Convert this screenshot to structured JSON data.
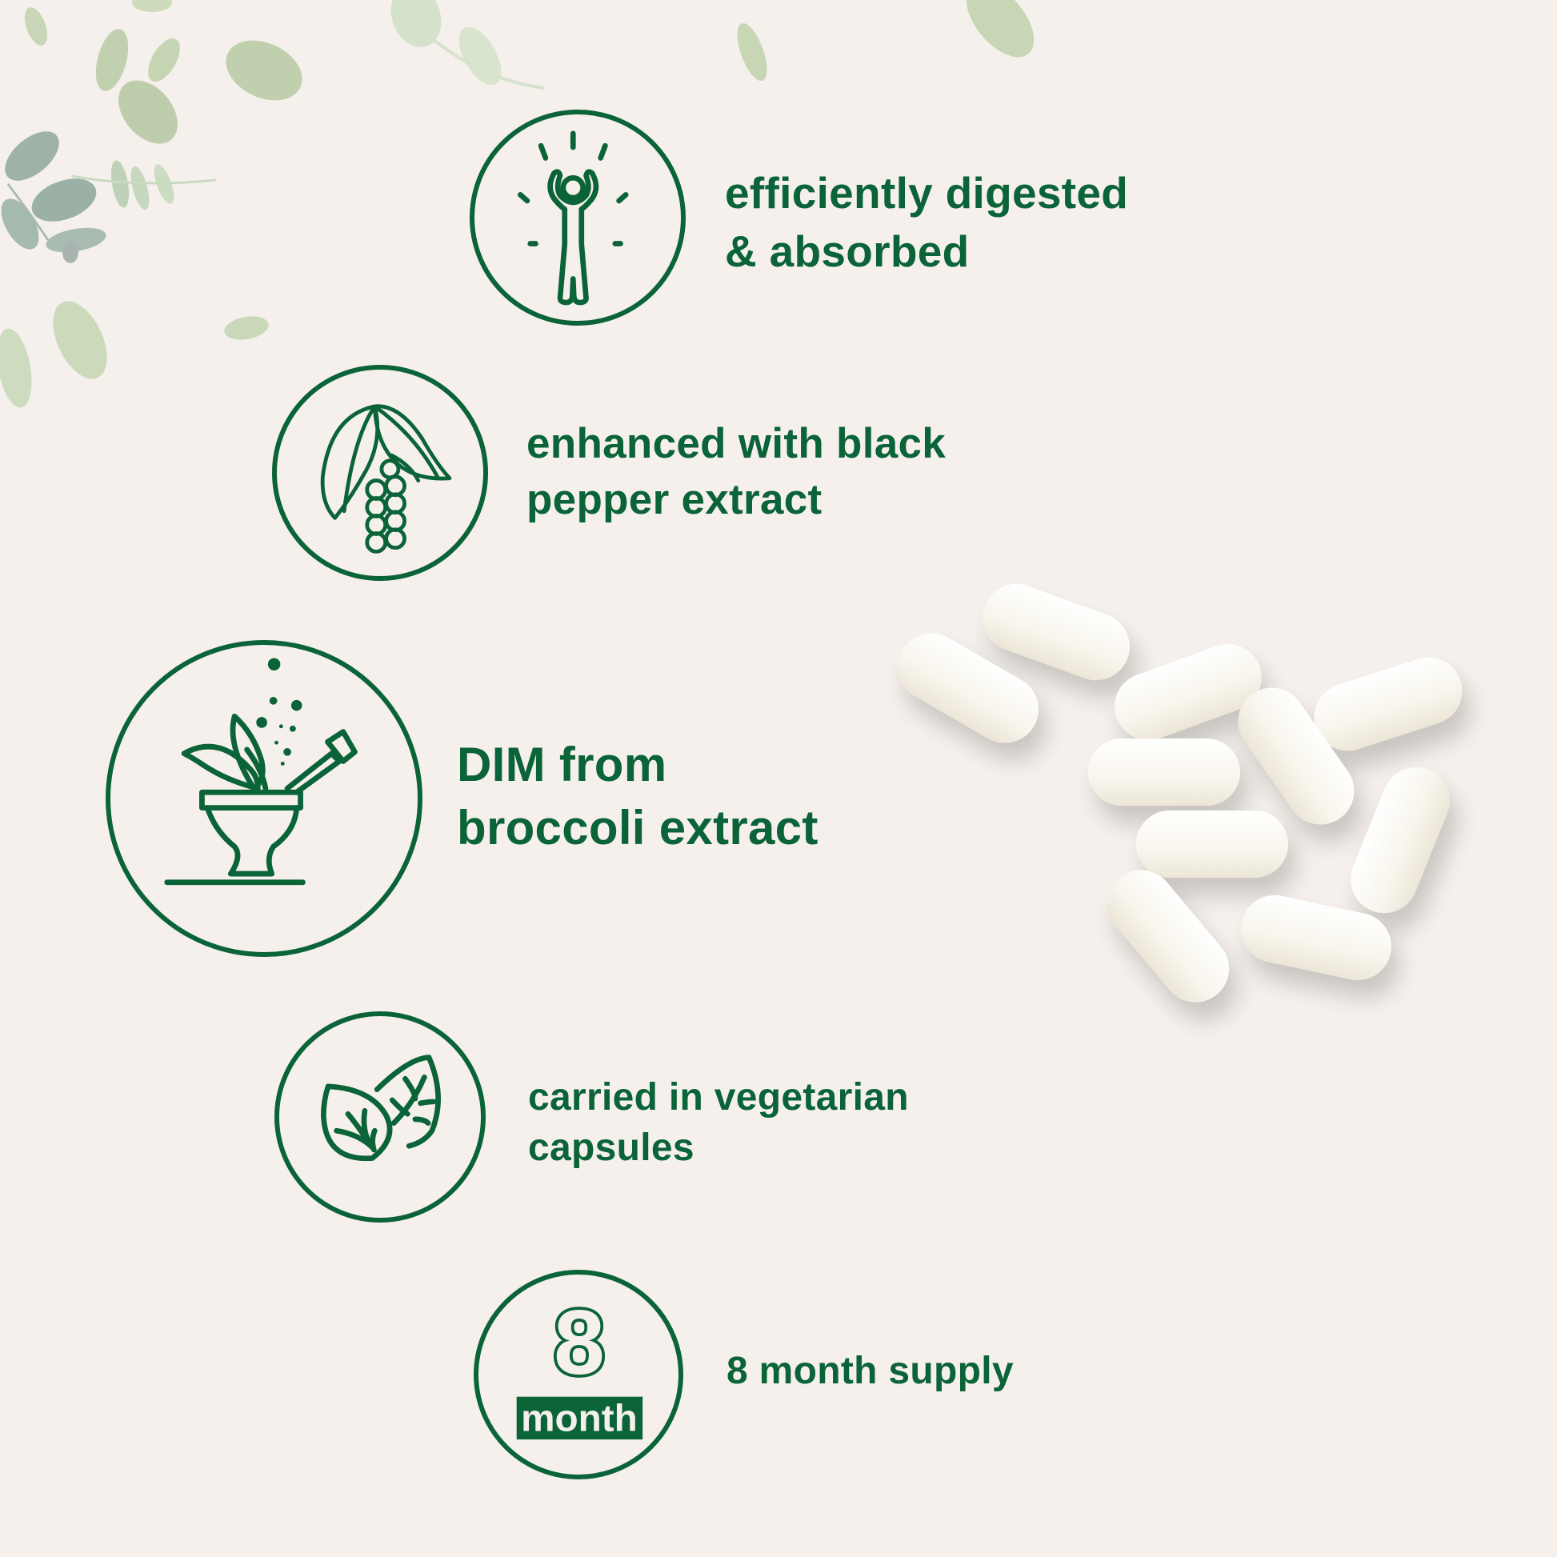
{
  "colors": {
    "background": "#f5f0eb",
    "brand_green": "#0b6338",
    "leaf_green": "#b9cfa6",
    "leaf_grey_green": "#8fa79c",
    "capsule": "#fbf8f1"
  },
  "features": [
    {
      "icon": "energetic-person-icon",
      "lines": [
        "efficiently digested",
        "& absorbed"
      ]
    },
    {
      "icon": "black-pepper-icon",
      "lines": [
        "enhanced with black",
        "pepper extract"
      ]
    },
    {
      "icon": "mortar-pestle-herbs-icon",
      "lines": [
        "DIM from",
        "broccoli extract"
      ]
    },
    {
      "icon": "vegetarian-leaves-icon",
      "lines": [
        "carried in vegetarian",
        "capsules"
      ]
    },
    {
      "icon": "eight-month-icon",
      "lines": [
        "8 month supply"
      ],
      "badge_number": "8",
      "badge_unit": "month"
    }
  ],
  "decor": {
    "product_image": "white-capsules-photo",
    "background_foliage": "watercolor-leaves"
  }
}
